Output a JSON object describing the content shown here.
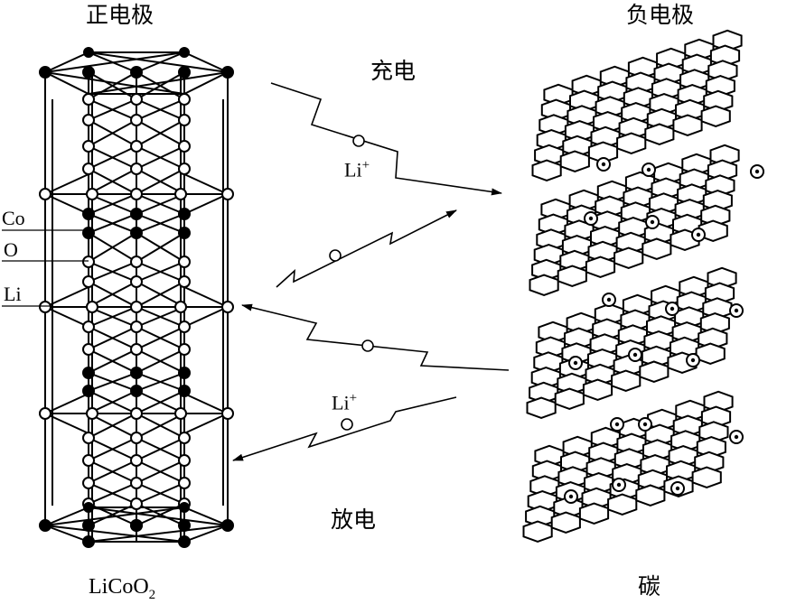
{
  "labels": {
    "positive_electrode": "正电极",
    "negative_electrode": "负电极",
    "charge": "充电",
    "discharge": "放电",
    "cathode_formula": "LiCoO",
    "cathode_formula_sub": "2",
    "anode_material": "碳",
    "ion_top": "Li",
    "ion_top_sup": "+",
    "ion_bottom": "Li",
    "ion_bottom_sup": "+",
    "legend_co": "Co",
    "legend_o": "O",
    "legend_li": "Li"
  },
  "colors": {
    "ink": "#000000",
    "background": "#ffffff"
  }
}
